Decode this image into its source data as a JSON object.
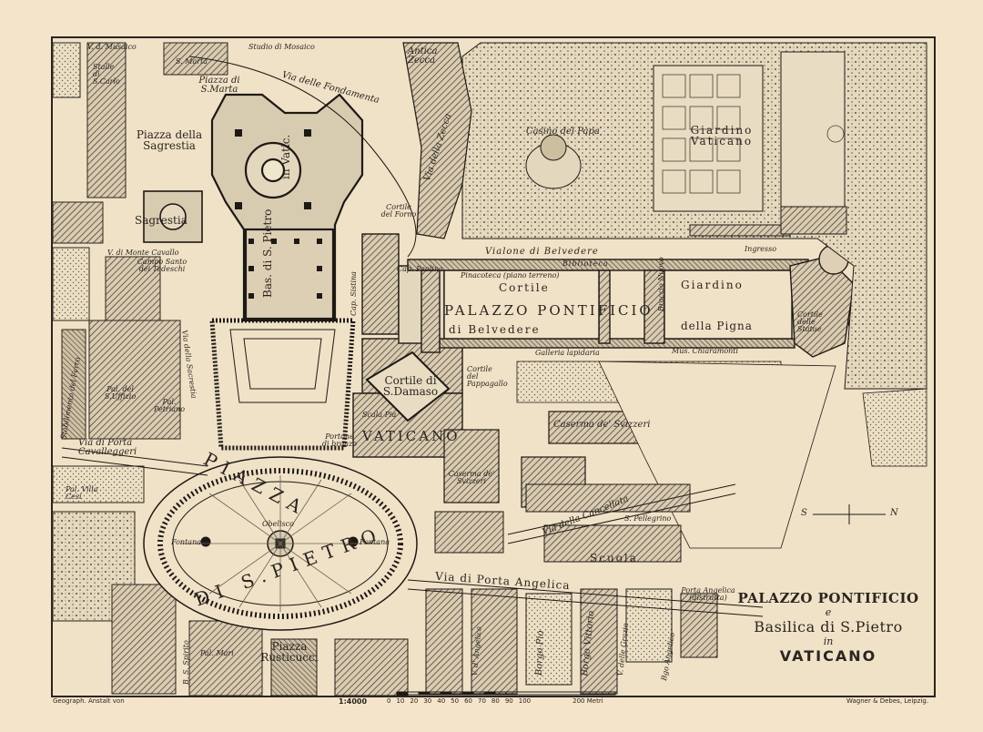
{
  "title": {
    "line1": "PALAZZO PONTIFICIO",
    "line2": "e",
    "line3": "Basilica di S.Pietro",
    "line4": "in",
    "line5": "VATICANO"
  },
  "footer": {
    "left": "Geograph. Anstalt von",
    "scale": "1:4000",
    "scale_ticks": [
      "0",
      "10",
      "20",
      "30",
      "40",
      "50",
      "60",
      "70",
      "80",
      "90",
      "100",
      "200 Metri"
    ],
    "right": "Wagner & Debes, Leipzig."
  },
  "compass": {
    "south": "S",
    "north": "N"
  },
  "labels": {
    "v_musaico": "V. d. Musaico",
    "studio_mosaico": "Studio di Mosaico",
    "s_marta_small": "S. Marta",
    "piazza_s_marta": "Piazza di S.Marta",
    "stalle": "Stalle di S.Carlo",
    "via_fondamenta": "Via delle Fondamenta",
    "antica_zecca": "Antica Zecca",
    "via_zecca": "Via della Zecca",
    "casino_papa": "Casino del Papa",
    "giardino_vaticano": "Giardino Vaticano",
    "piazza_sagrestia": "Piazza della Sagrestia",
    "sagrestia": "Sagrestia",
    "basilica": "Bas. di S. Pietro",
    "in_vatic": "in Vatic.",
    "cortile_forno": "Cortile del Forno",
    "vialone": "Vialone di Belvedere",
    "ingresso": "Ingresso",
    "biblioteca": "Biblioteca",
    "pinacoteca": "Pinacoteca (piano terreno)",
    "cortile": "Cortile",
    "palazzo_pont": "PALAZZO PONTIFICIO",
    "di_belvedere": "di Belvedere",
    "giardino": "Giardino",
    "della_pigna": "della Pigna",
    "braccio_nuovo": "Braccio Nuovo",
    "mus_chiaramonti": "Mus. Chiaramonti",
    "galleria": "Galleria lapidaria",
    "cortile_statue": "Cortile delle Statue",
    "v_monte_cavallo": "V. di Monte Cavallo",
    "campo_santo": "Campo Santo dei Tedeschi",
    "cap_sistina": "Cap. Sistina",
    "cap_paolina": "Cap. Paolina",
    "cortile_damaso": "Cortile di S.Damaso",
    "scala_pia": "Scala Pia",
    "cortile_pappagallo": "Cortile del Pappagallo",
    "vaticano": "VATICANO",
    "portone": "Portone di bronzo",
    "caserma_svizzeri": "Caserma de' Svizzeri",
    "caserma2": "Caserma de' Svizzeri",
    "stabilimento": "Stabilimento del Ferro",
    "via_sacrestia": "Via della Sacrestia",
    "pal_uffizio": "Pal. del S.Uffizio",
    "pal_petriano": "Pal. Petriano",
    "via_porta_cav": "Via di Porta Cavalleggeri",
    "pal_villa_cesi": "Pal. Villa Cesi",
    "piazza": "PIAZZA",
    "di_s_pietro": "DI S.PIETRO",
    "obelisco": "Obelisco",
    "fontana_l": "Fontana",
    "fontana_r": "Fontana",
    "via_cancellata": "Via della Cancellata",
    "s_pellegrino": "S. Pellegrino",
    "scuola": "Scuola",
    "via_porta_ang": "Via di Porta Angelica",
    "porta_angelica": "Porta Angelica (distrutta)",
    "borgo_pio": "Borgo Pio",
    "borgo_vittorio": "Borgo Vittorio",
    "delle_grazie": "V. delle Grazie",
    "bgo_angelico": "Bgo Angelico",
    "via_angelica": "V. d' Angelica",
    "pal_mari": "Pal. Mari",
    "piazza_rusticucci": "Piazza Rusticucci",
    "borgo_s_spirito": "B. S. Spirito"
  }
}
